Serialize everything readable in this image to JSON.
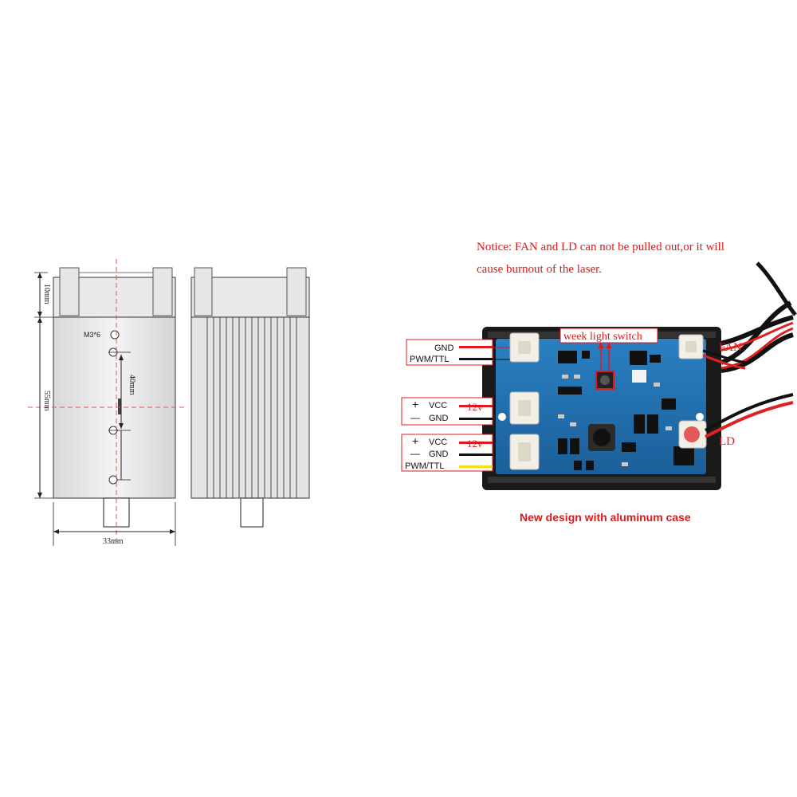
{
  "drawing": {
    "screw_label": "M3*6",
    "dim_top_height": "10mm",
    "dim_body_height": "55mm",
    "dim_hole_spacing": "40mm",
    "dim_width": "33mm"
  },
  "notice": {
    "line1": "Notice: FAN and LD can not be pulled out,or it will",
    "line2": "cause burnout of the laser."
  },
  "board": {
    "switch_label": "week light switch",
    "fan_label": "FAN",
    "ld_label": "LD",
    "connectors": {
      "top": {
        "gnd": "GND",
        "pwm": "PWM/TTL"
      },
      "middle": {
        "plus": "+",
        "vcc": "VCC",
        "minus": "—",
        "gnd": "GND",
        "voltage": "12v"
      },
      "bottom": {
        "plus": "+",
        "vcc": "VCC",
        "minus": "—",
        "gnd": "GND",
        "pwm": "PWM/TTL",
        "voltage": "12v"
      }
    },
    "caption": "New design with aluminum case"
  },
  "colors": {
    "accent_red": "#e01818",
    "wire_black": "#111111",
    "wire_yellow": "#f2e21a",
    "pcb_blue": "#1d6fb0",
    "case_dark": "#1a1a1a"
  }
}
